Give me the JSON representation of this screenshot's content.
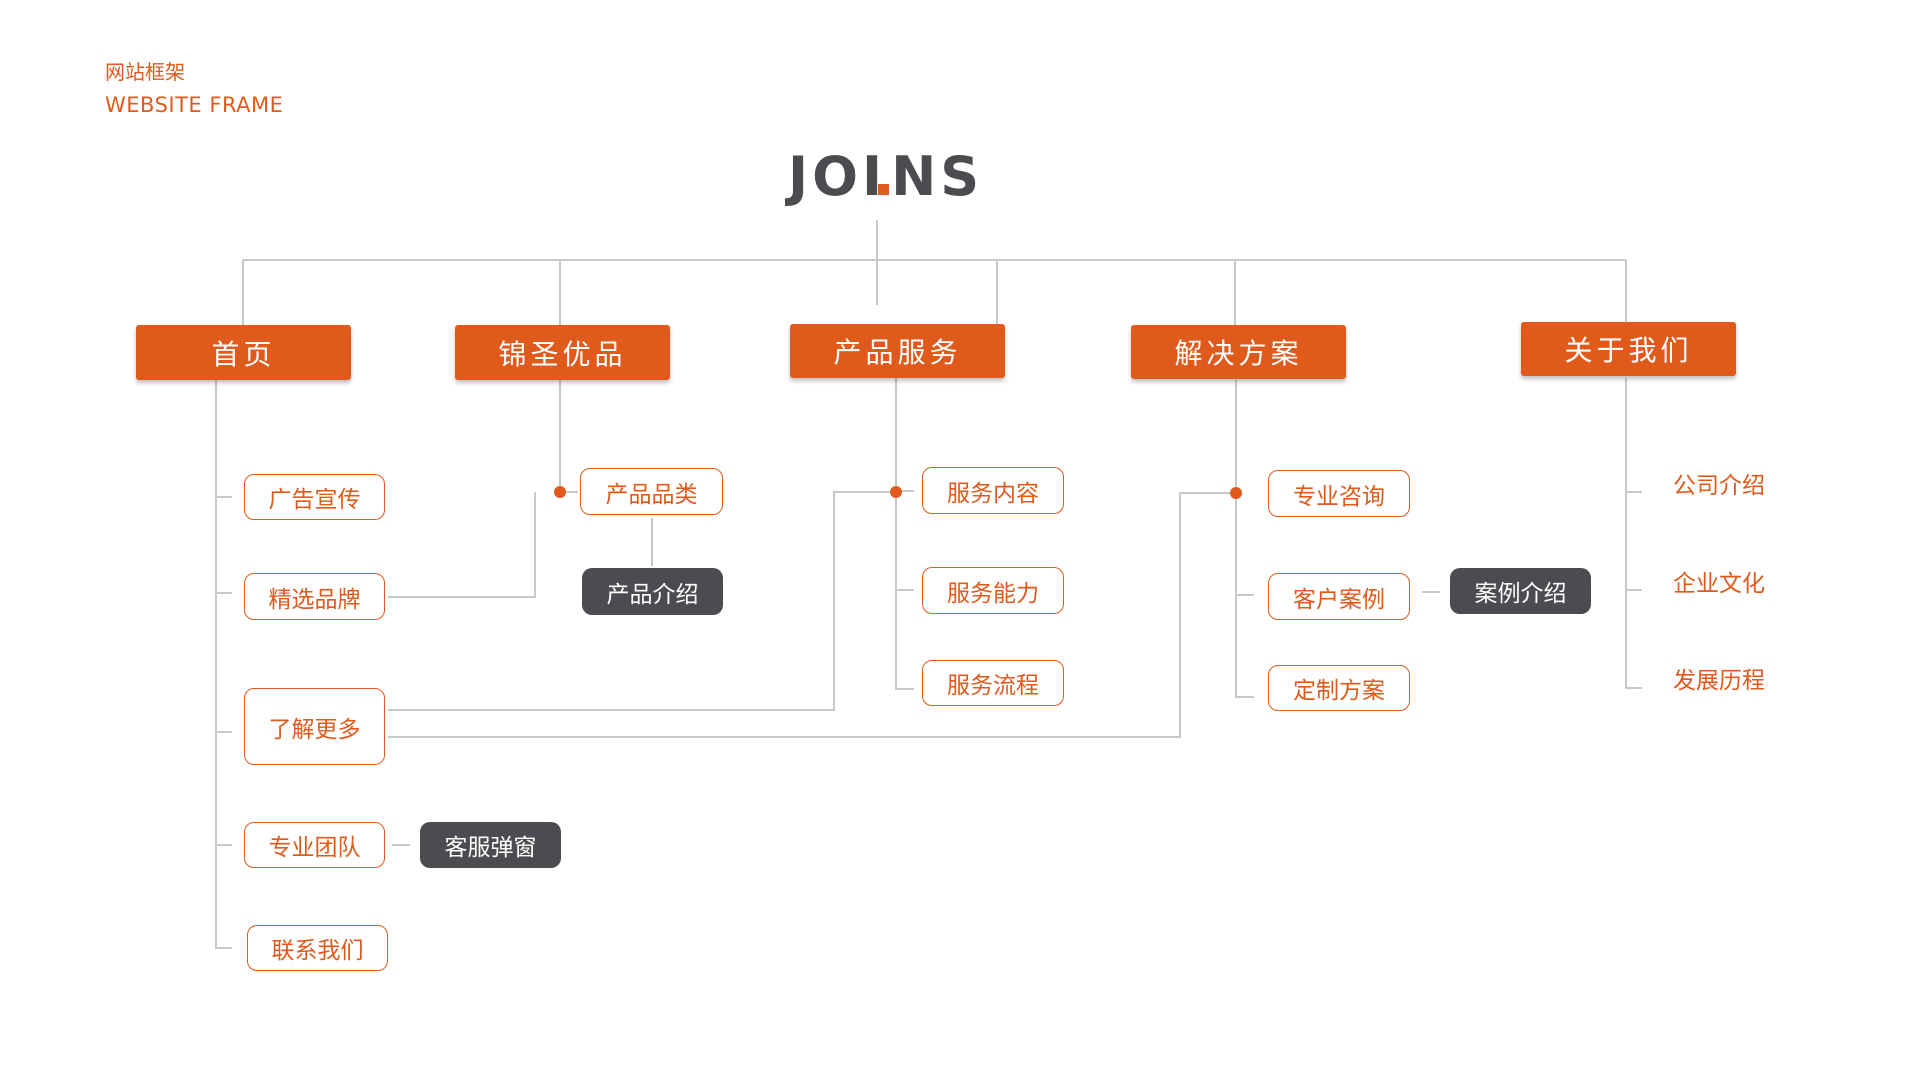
{
  "header": {
    "title_cn": "网站框架",
    "title_en": "WEBSITE FRAME"
  },
  "logo": {
    "left": "JOI",
    "mid": "N",
    "right": "S"
  },
  "nav": [
    {
      "label": "首页",
      "children": [
        "广告宣传",
        "精选品牌",
        "了解更多",
        "专业团队",
        "联系我们"
      ],
      "extra": "客服弹窗"
    },
    {
      "label": "锦圣优品",
      "children": [
        "产品品类"
      ],
      "extra": "产品介绍"
    },
    {
      "label": "产品服务",
      "children": [
        "服务内容",
        "服务能力",
        "服务流程"
      ]
    },
    {
      "label": "解决方案",
      "children": [
        "专业咨询",
        "客户案例",
        "定制方案"
      ],
      "extra": "案例介绍"
    },
    {
      "label": "关于我们",
      "children": [
        "公司介绍",
        "企业文化",
        "发展历程"
      ]
    }
  ],
  "colors": {
    "accent": "#e05a1c",
    "dark": "#4a4c50",
    "line": "#c8c8c8"
  }
}
